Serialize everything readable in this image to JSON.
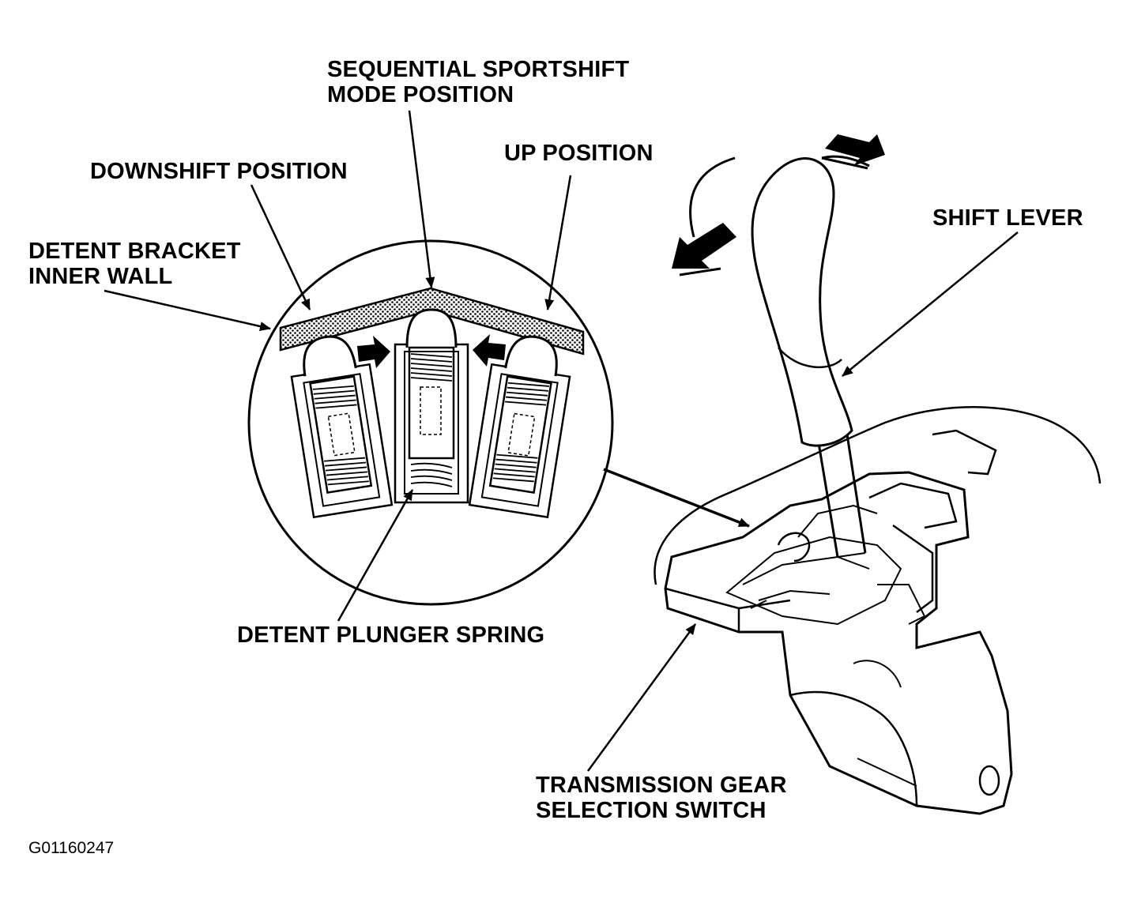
{
  "labels": {
    "sequential_line1": "SEQUENTIAL SPORTSHIFT",
    "sequential_line2": "MODE POSITION",
    "up_position": "UP POSITION",
    "downshift_position": "DOWNSHIFT POSITION",
    "detent_bracket_line1": "DETENT BRACKET",
    "detent_bracket_line2": "INNER WALL",
    "shift_lever": "SHIFT LEVER",
    "detent_plunger_spring": "DETENT PLUNGER SPRING",
    "tgs_line1": "TRANSMISSION GEAR",
    "tgs_line2": "SELECTION SWITCH"
  },
  "figure_id": "G01160247",
  "colors": {
    "ink": "#000000",
    "paper": "#ffffff",
    "hatch": "#777777"
  }
}
